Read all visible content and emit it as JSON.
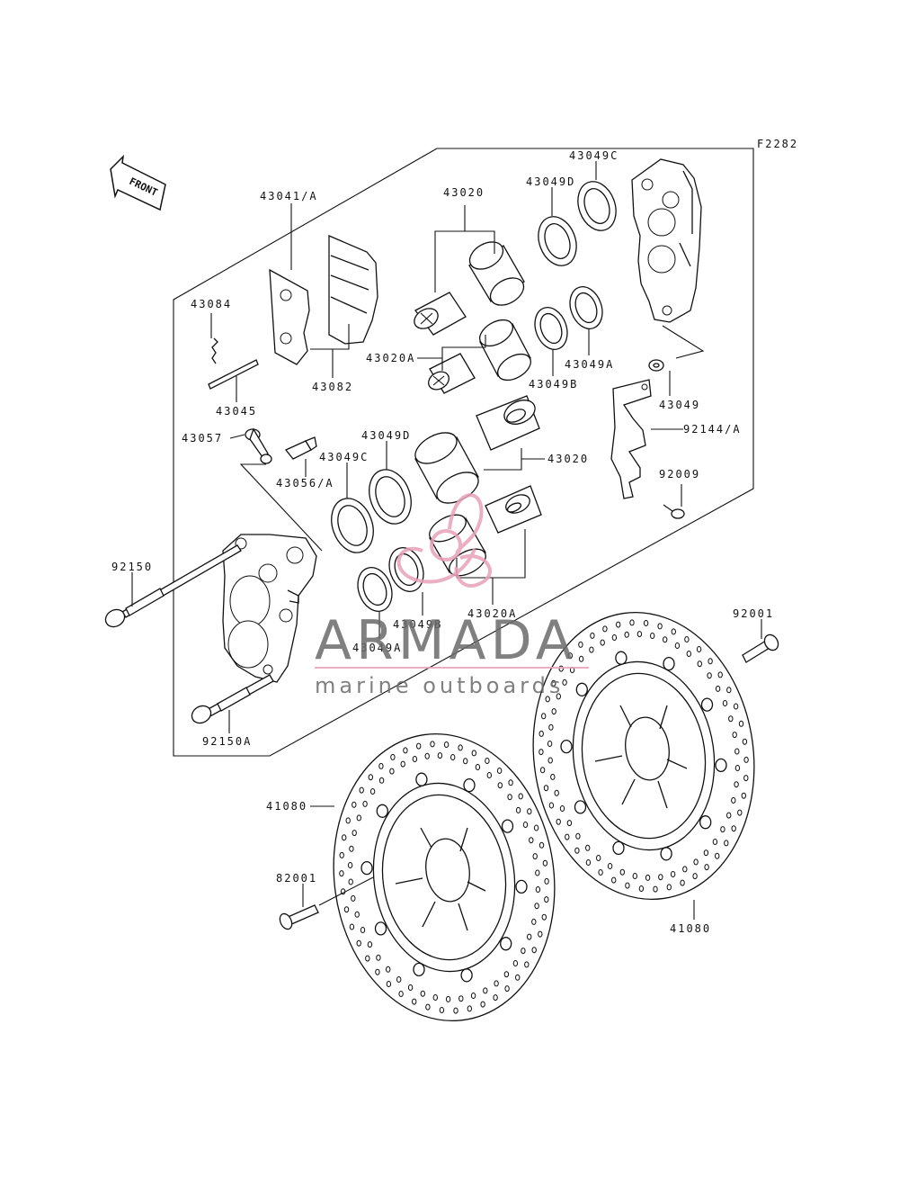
{
  "diagram_code": "F2282",
  "front_label": "FRONT",
  "parts": {
    "p43041A": "43041/A",
    "p43020_top": "43020",
    "p43049D_top": "43049D",
    "p43049C_top": "43049C",
    "p43084": "43084",
    "p43082": "43082",
    "p43045": "43045",
    "p43020A_top": "43020A",
    "p43049B_top": "43049B",
    "p43049A_top": "43049A",
    "p43049": "43049",
    "p92144A": "92144/A",
    "p92009": "92009",
    "p43057": "43057",
    "p43056A": "43056/A",
    "p43049D_low": "43049D",
    "p43049C_low": "43049C",
    "p43020_low": "43020",
    "p92150": "92150",
    "p43049B_low": "43049B",
    "p43020A_low": "43020A",
    "p43049A_low": "43049A",
    "p92150A": "92150A",
    "p92001_right": "92001",
    "p41080_left": "41080",
    "p82001": "82001",
    "p41080_right": "41080"
  },
  "watermark": {
    "brand": "ARMADA",
    "tagline": "marine outboards",
    "brand_color": "#6b6b6b",
    "accent_color": "#e8a0b8"
  }
}
